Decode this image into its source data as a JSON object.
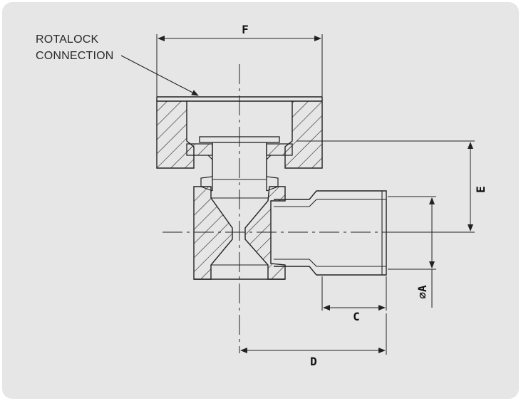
{
  "callout": {
    "line1": "ROTALOCK",
    "line2": "CONNECTION"
  },
  "dimensions": {
    "F": "F",
    "E": "E",
    "A": "A",
    "C": "C",
    "D": "D",
    "diameter_symbol": "∅"
  },
  "colors": {
    "background": "#e6e6e6",
    "line": "#222222"
  }
}
